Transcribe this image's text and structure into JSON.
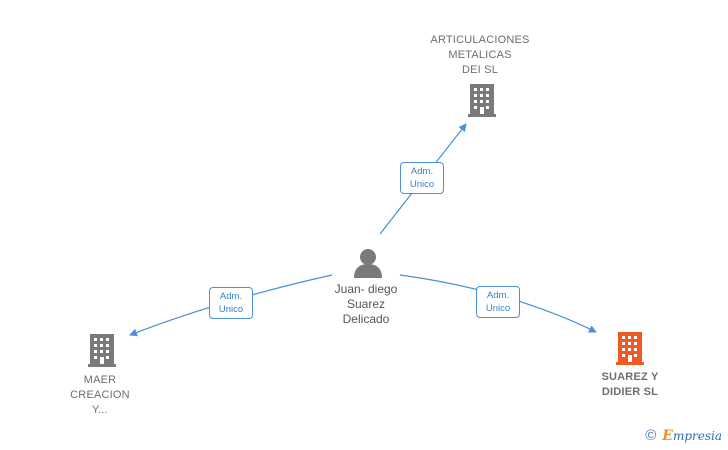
{
  "nodes": {
    "articulaciones": {
      "label": "ARTICULACIONES\nMETALICAS\nDEI SL",
      "icon": "building-icon",
      "color": "#7a7a7a"
    },
    "maer": {
      "label": "MAER\nCREACION\nY...",
      "icon": "building-icon",
      "color": "#7a7a7a"
    },
    "suarez": {
      "label": "SUAREZ Y\nDIDIER  SL",
      "icon": "building-icon",
      "color": "#f05a22"
    },
    "person": {
      "label": "Juan- diego\nSuarez\nDelicado",
      "icon": "person-icon",
      "color": "#7a7a7a"
    }
  },
  "edges": [
    {
      "to": "articulaciones",
      "label": "Adm.\nUnico"
    },
    {
      "to": "maer",
      "label": "Adm.\nUnico"
    },
    {
      "to": "suarez",
      "label": "Adm.\nUnico"
    }
  ],
  "colors": {
    "edge": "#4a90d9"
  },
  "footer": {
    "copyright": "©",
    "brand_e": "E",
    "brand_rest": "mpresia"
  }
}
